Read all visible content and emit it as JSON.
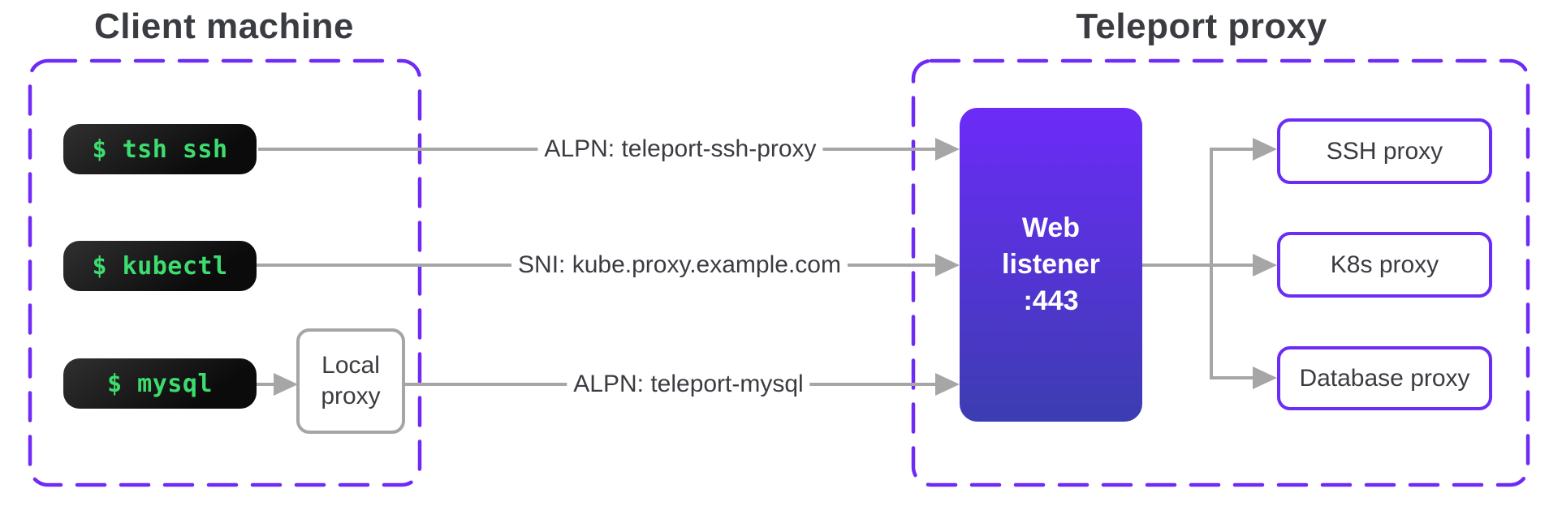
{
  "colors": {
    "purple-dash": "#6F2BF5",
    "proxy-border": "#6B2CF5",
    "listener-top": "#6C2BF8",
    "listener-bottom": "#3C3DB1",
    "line-gray": "#A6A6A6",
    "gray-border": "#A5A5A5",
    "text-dark": "#3A3C42",
    "terminal-green": "#3DDC6E",
    "terminal-bg-top": "#303030",
    "terminal-bg-bottom": "#0B0B0B"
  },
  "client": {
    "title": "Client machine",
    "terminals": [
      {
        "command": "$ tsh ssh"
      },
      {
        "command": "$ kubectl"
      },
      {
        "command": "$ mysql"
      }
    ],
    "local_proxy_label": "Local proxy"
  },
  "connections": [
    {
      "label": "ALPN: teleport-ssh-proxy"
    },
    {
      "label": "SNI: kube.proxy.example.com"
    },
    {
      "label": "ALPN: teleport-mysql"
    }
  ],
  "teleport": {
    "title": "Teleport proxy",
    "web_listener": {
      "lines": [
        "Web",
        "listener",
        ":443"
      ]
    },
    "proxies": [
      {
        "label": "SSH proxy"
      },
      {
        "label": "K8s proxy"
      },
      {
        "label": "Database proxy"
      }
    ]
  }
}
